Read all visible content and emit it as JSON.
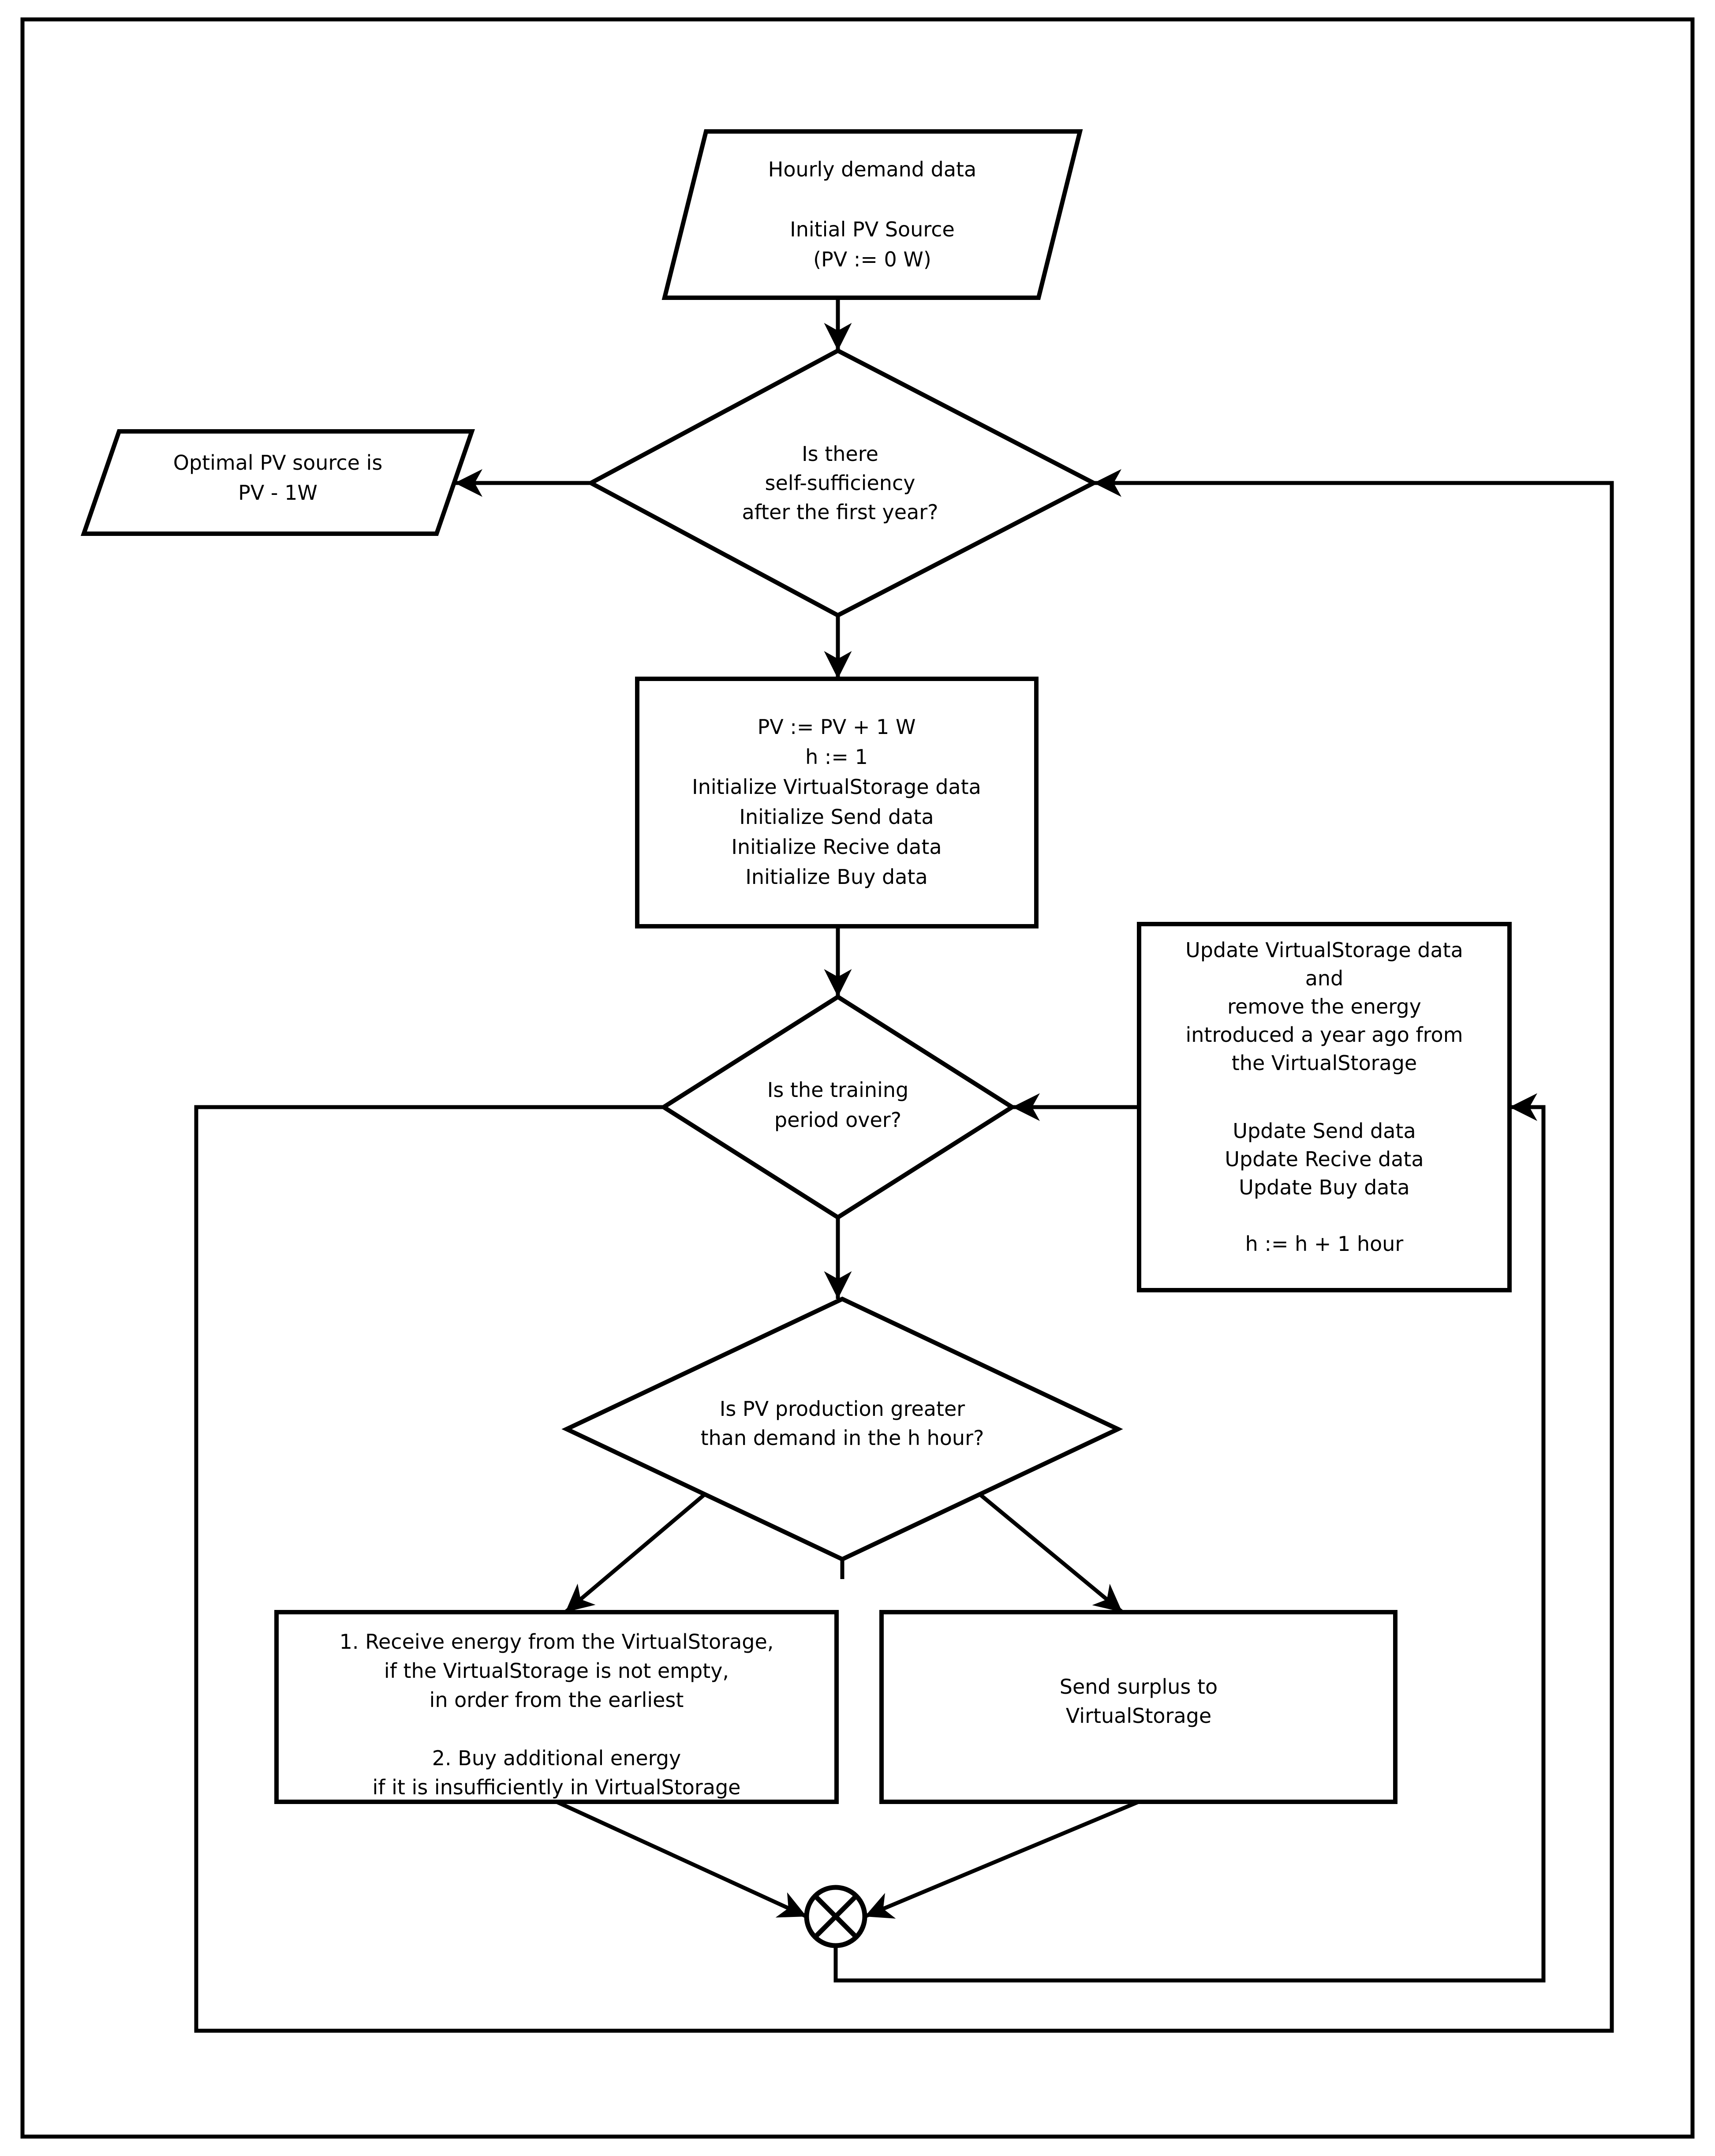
{
  "diagram": {
    "type": "flowchart",
    "colors": {
      "stroke": "#000000",
      "background": "#ffffff"
    },
    "nodes": {
      "start": {
        "shape": "parallelogram",
        "lines": [
          "Hourly demand data",
          "Initial PV Source",
          "(PV := 0 W)"
        ]
      },
      "self_sufficiency_decision": {
        "shape": "diamond",
        "lines": [
          "Is there",
          "self-sufficiency",
          "after the first year?"
        ]
      },
      "optimal_output": {
        "shape": "parallelogram",
        "lines": [
          "Optimal PV source is",
          "PV - 1W"
        ]
      },
      "init_process": {
        "shape": "rectangle",
        "lines": [
          "PV := PV + 1 W",
          "h := 1",
          "Initialize VirtualStorage data",
          "Initialize Send data",
          "Initialize Recive data",
          "Initialize Buy data"
        ]
      },
      "training_decision": {
        "shape": "diamond",
        "lines": [
          "Is the training",
          "period over?"
        ]
      },
      "update_process": {
        "shape": "rectangle",
        "lines": [
          "Update VirtualStorage data",
          "and",
          "remove the energy",
          "introduced a year ago from",
          "the VirtualStorage",
          "Update Send data",
          "Update Recive data",
          "Update Buy data",
          "h := h + 1 hour"
        ]
      },
      "production_decision": {
        "shape": "diamond",
        "lines": [
          "Is PV production greater",
          "than demand in the h hour?"
        ]
      },
      "receive_process": {
        "shape": "rectangle",
        "lines": [
          "1. Receive energy from the VirtualStorage,",
          "if the VirtualStorage is not empty,",
          "in order from the earliest",
          "2. Buy additional energy",
          "if it is insufficiently in VirtualStorage"
        ]
      },
      "send_process": {
        "shape": "rectangle",
        "lines": [
          "Send surplus to",
          "VirtualStorage"
        ]
      },
      "merge_junction": {
        "shape": "circled-x"
      }
    }
  }
}
